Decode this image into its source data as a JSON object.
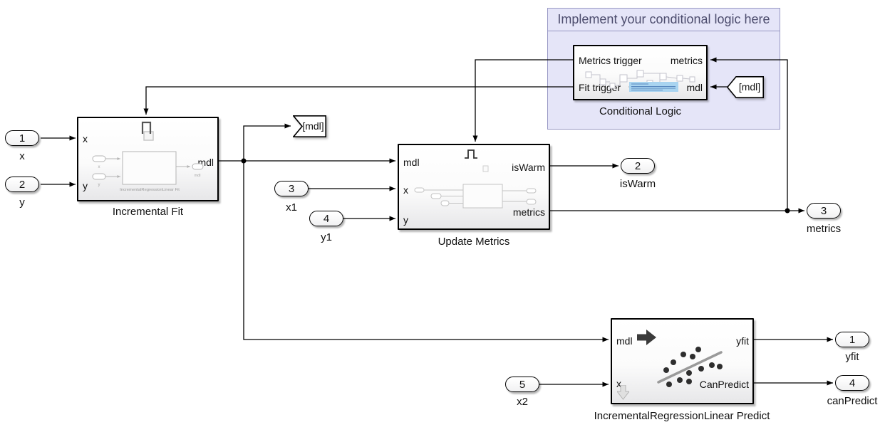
{
  "annotation": {
    "title": "Implement your conditional logic here"
  },
  "blocks": {
    "incremental_fit": {
      "name": "Incremental Fit",
      "port_x": "x",
      "port_y": "y",
      "port_mdl": "mdl",
      "thumb": {
        "in1": "x",
        "in2": "y",
        "out": "mdl",
        "center": "IncrementalRegressionLinear Fit"
      }
    },
    "update_metrics": {
      "name": "Update Metrics",
      "port_mdl": "mdl",
      "port_x": "x",
      "port_y": "y",
      "port_iswarm": "isWarm",
      "port_metrics": "metrics"
    },
    "conditional_logic": {
      "name": "Conditional Logic",
      "port_metrics_trigger": "Metrics trigger",
      "port_fit_trigger": "Fit trigger",
      "port_metrics": "metrics",
      "port_mdl": "mdl"
    },
    "predict": {
      "name": "IncrementalRegressionLinear Predict",
      "port_mdl": "mdl",
      "port_x": "x",
      "port_yfit": "yfit",
      "port_canpredict": "CanPredict"
    }
  },
  "inports": [
    {
      "num": "1",
      "label": "x"
    },
    {
      "num": "2",
      "label": "y"
    },
    {
      "num": "3",
      "label": "x1"
    },
    {
      "num": "4",
      "label": "y1"
    },
    {
      "num": "5",
      "label": "x2"
    }
  ],
  "outports": [
    {
      "num": "2",
      "label": "isWarm"
    },
    {
      "num": "3",
      "label": "metrics"
    },
    {
      "num": "1",
      "label": "yfit"
    },
    {
      "num": "4",
      "label": "canPredict"
    }
  ],
  "tags": {
    "goto_mdl": "[mdl]",
    "from_mdl": "[mdl]"
  },
  "colors": {
    "region_fill": "#e5e5f8",
    "region_border": "#9898c4",
    "annotation_text": "#4d4d6e",
    "wire": "#000000",
    "thumbnail_gray": "#b5b5b5",
    "highlight_blue": "#a9d4f0"
  }
}
